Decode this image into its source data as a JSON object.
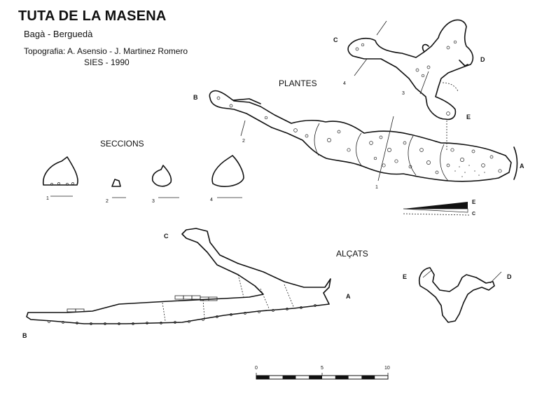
{
  "header": {
    "title": "TUTA DE LA MASENA",
    "subtitle": "Bagà - Berguedà",
    "credit_line1": "Topografia: A. Asensio - J. Martinez Romero",
    "credit_line2": "SIES - 1990"
  },
  "sections_heading": "SECCIONS",
  "plan_heading": "PLANTES",
  "elevation_heading": "ALÇATS",
  "plan_points": {
    "a": "A",
    "b": "B",
    "c": "C",
    "d": "D",
    "e": "E"
  },
  "plan_section_marks": {
    "s1": "1",
    "s2": "2",
    "s3": "3",
    "s4": "4"
  },
  "section_labels": {
    "s1": "1",
    "s2": "2",
    "s3": "3",
    "s4": "4"
  },
  "elevation_points": {
    "a": "A",
    "b": "B",
    "c": "C",
    "d": "D",
    "e": "E"
  },
  "legend": {
    "e": "E",
    "c": "C"
  },
  "scale_bar": {
    "min": "0",
    "mid": "5",
    "max": "10"
  }
}
